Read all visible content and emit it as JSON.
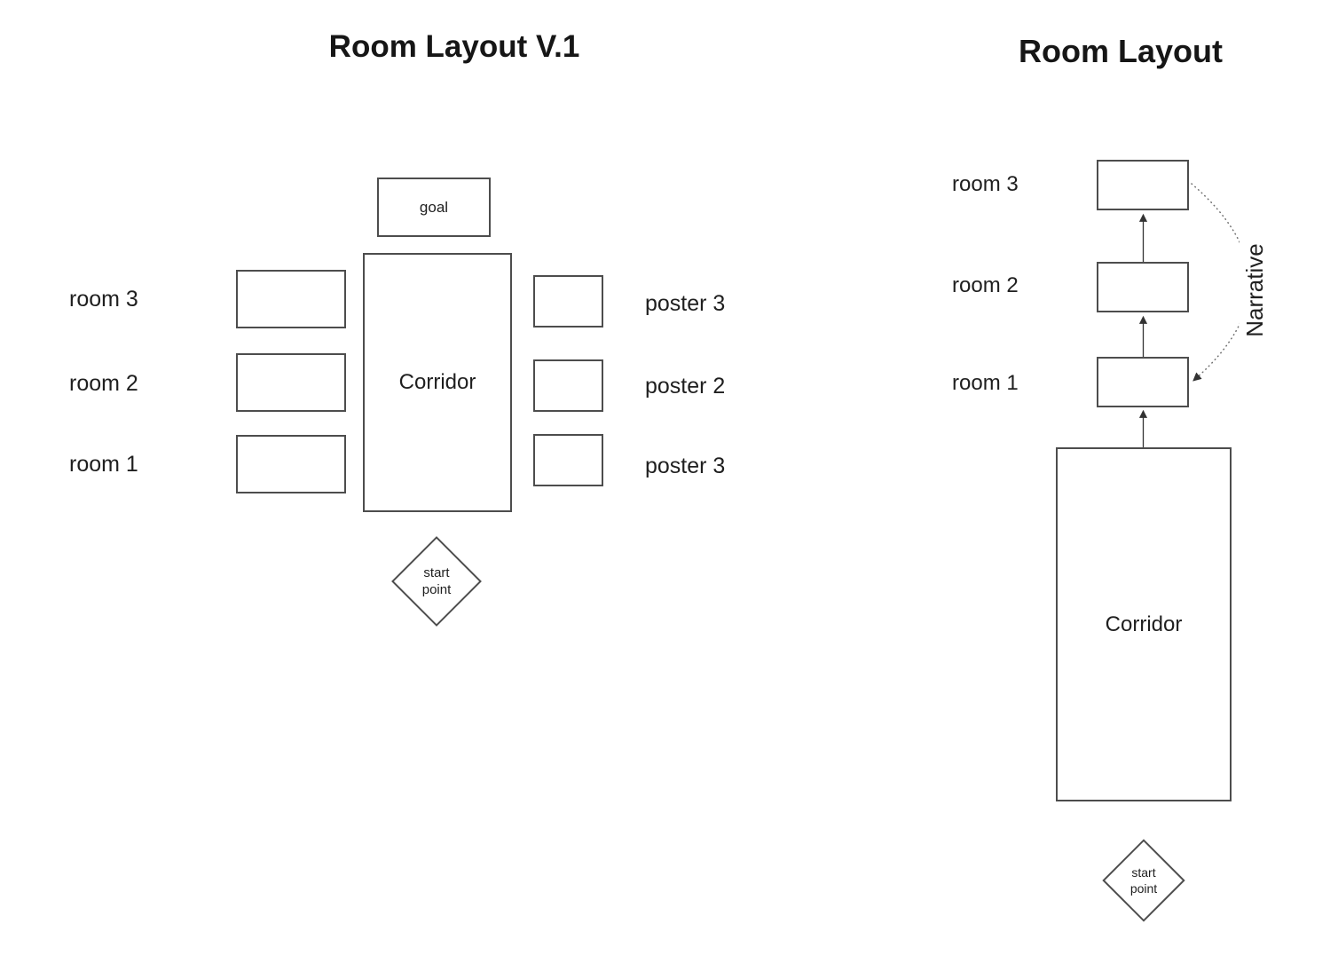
{
  "colors": {
    "border": "#4d4d4d",
    "text": "#1f1f1f",
    "line": "#333333",
    "dotted_line": "#6e6e6e",
    "background": "#ffffff"
  },
  "left": {
    "title": "Room Layout V.1",
    "goal": "goal",
    "corridor": "Corridor",
    "rooms": [
      "room 3",
      "room 2",
      "room 1"
    ],
    "posters": [
      "poster 3",
      "poster 2",
      "poster 3"
    ],
    "start": {
      "line1": "start",
      "line2": "point"
    }
  },
  "right": {
    "title": "Room Layout",
    "rooms": [
      "room 3",
      "room 2",
      "room 1"
    ],
    "narrative": "Narrative",
    "corridor": "Corridor",
    "start": {
      "line1": "start",
      "line2": "point"
    }
  }
}
